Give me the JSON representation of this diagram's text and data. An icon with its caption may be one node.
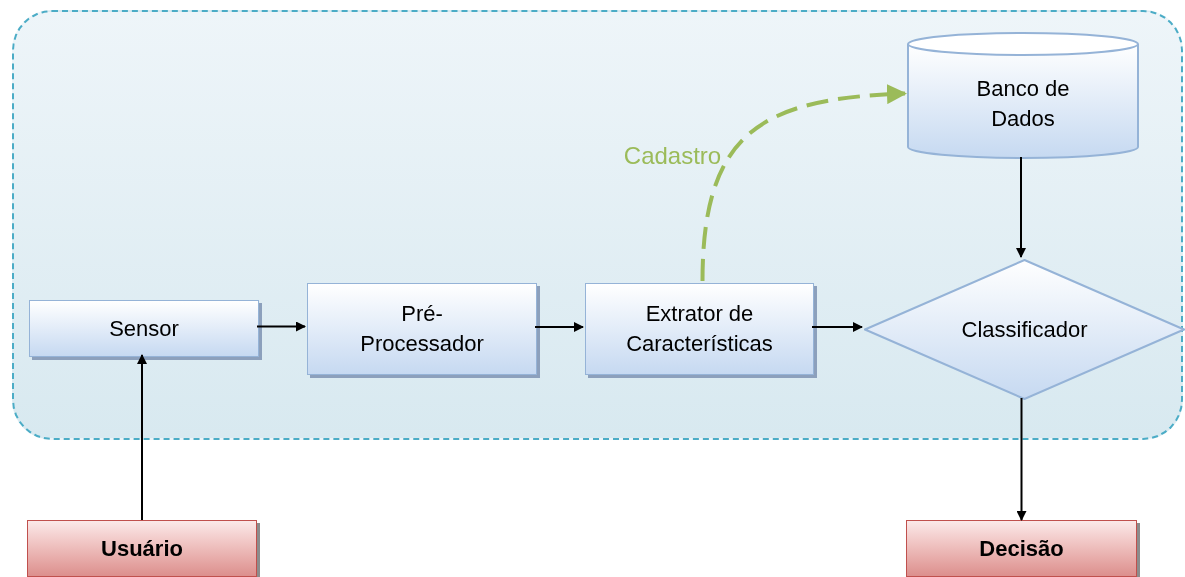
{
  "diagram": {
    "nodes": [
      {
        "text": [],
        "shape": "box"
      },
      {
        "text": [
          "Sensor"
        ],
        "in": 0
      },
      {
        "text": [
          "Pré- Processador"
        ],
        "in": 0
      },
      {
        "text": [
          "Extrator de Características"
        ],
        "in": 0
      },
      {
        "text": [
          "Banco de Dados"
        ],
        "in": 0
      },
      {
        "text": [
          "Classificador"
        ],
        "in": 0
      },
      {
        "text": [
          "Usuário"
        ]
      },
      {
        "text": [
          "Decisão"
        ]
      }
    ],
    "edges": [
      {
        "from": 6,
        "to": 1,
        "arrow": "to"
      },
      {
        "from": 1,
        "to": 2,
        "arrow": "to"
      },
      {
        "from": 2,
        "to": 3,
        "arrow": "to"
      },
      {
        "from": 3,
        "to": 5,
        "arrow": "to"
      },
      {
        "from": 3,
        "to": 4,
        "arrow": "to",
        "label": "Cadastro",
        "style": "dashed",
        "color": "#9bbb59"
      },
      {
        "from": 4,
        "to": 5,
        "arrow": "to"
      },
      {
        "from": 5,
        "to": 7,
        "arrow": "to"
      }
    ]
  }
}
